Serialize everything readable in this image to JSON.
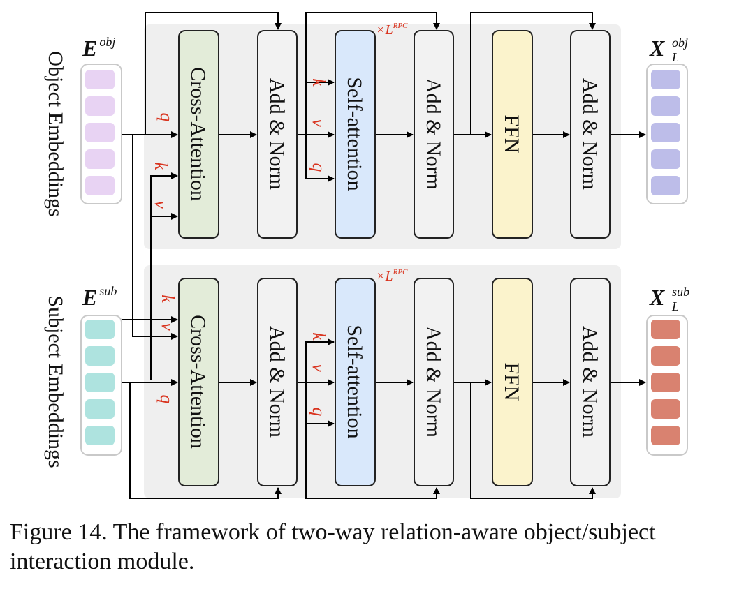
{
  "blocks": {
    "cross_attention": "Cross-Attention",
    "add_norm": "Add & Norm",
    "self_attention": "Self-attention",
    "ffn": "FFN"
  },
  "labels": {
    "object_embeddings": "Object Embeddings",
    "subject_embeddings": "Subject Embeddings",
    "e_obj_base": "E",
    "e_obj_sup": "obj",
    "e_sub_base": "E",
    "e_sub_sup": "sub",
    "x_obj_base": "X",
    "x_obj_sup": "obj",
    "x_obj_sub": "L",
    "x_sub_base": "X",
    "x_sub_sup": "sub",
    "x_sub_sub": "L",
    "repeat_mark": "×L",
    "repeat_sup": "RPC"
  },
  "ports": {
    "q": "q",
    "k": "k",
    "v": "v"
  },
  "colors": {
    "panel_bg": "#efefef",
    "cross_attention": "#e3ecd9",
    "self_attention": "#d9e8fb",
    "ffn": "#fbf3cc",
    "add_norm": "#f2f2f2",
    "port_label": "#d9341f",
    "obj_input_token": "#e8d3f3",
    "obj_output_token": "#bdbde9",
    "sub_input_token": "#aee3df",
    "sub_output_token": "#d98270"
  },
  "caption": "Figure 14. The framework of two-way relation-aware object/subject interaction module."
}
